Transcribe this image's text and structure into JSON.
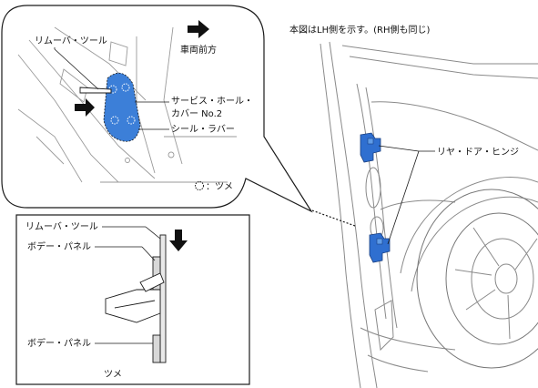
{
  "note": "本図はLH側を示す。(RH側も同じ)",
  "detail_view": {
    "label_removal_tool": "リムーバ・ツール",
    "label_front": "車両前方",
    "label_service_hole_line1": "サービス・ホール・",
    "label_service_hole_line2": "カバー No.2",
    "label_seal_rubber": "シール・ラバー",
    "legend_claw": "：ツメ"
  },
  "section_view": {
    "label_removal_tool": "リムーバ・ツール",
    "label_body_panel_top": "ボデー・パネル",
    "label_body_panel_bottom": "ボデー・パネル",
    "label_claw": "ツメ"
  },
  "main_view": {
    "label_rear_door_hinge": "リヤ・ドア・ヒンジ"
  },
  "colors": {
    "cover_blue": "#3c7fd8",
    "hinge_blue": "#2f6fd0",
    "line": "#1a1a1a",
    "body_gray": "#8a8a8a"
  }
}
